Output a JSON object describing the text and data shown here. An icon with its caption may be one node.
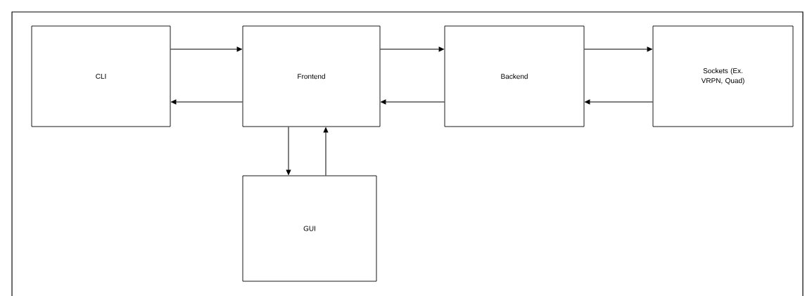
{
  "diagram": {
    "nodes": [
      {
        "text": [
          "CLI"
        ]
      },
      {
        "text": [
          "Frontend"
        ]
      },
      {
        "text": [
          "Backend"
        ]
      },
      {
        "text": [
          "Sockets (Ex. VRPN, Quad)"
        ]
      },
      {
        "text": [
          "GUI"
        ]
      }
    ],
    "edges": [
      {
        "from": 0,
        "to": 1,
        "arrow": "to"
      },
      {
        "from": 1,
        "to": 0,
        "arrow": "to"
      },
      {
        "from": 1,
        "to": 2,
        "arrow": "to"
      },
      {
        "from": 2,
        "to": 1,
        "arrow": "to"
      },
      {
        "from": 2,
        "to": 3,
        "arrow": "to"
      },
      {
        "from": 3,
        "to": 2,
        "arrow": "to"
      },
      {
        "from": 1,
        "to": 4,
        "arrow": "to"
      },
      {
        "from": 4,
        "to": 1,
        "arrow": "to"
      }
    ]
  }
}
